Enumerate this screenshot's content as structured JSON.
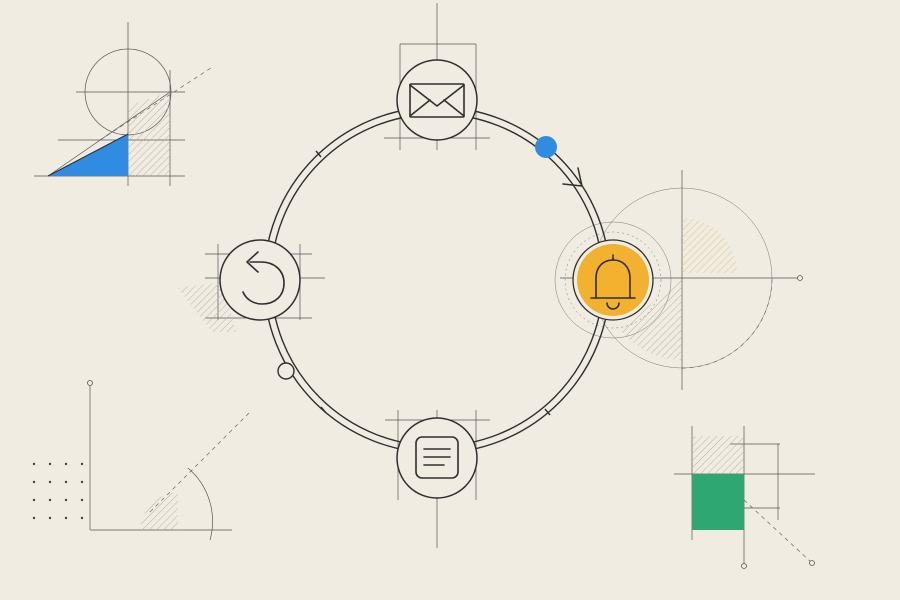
{
  "colors": {
    "background": "#f0ece2",
    "line": "#2f2f2f",
    "accent_blue": "#2f8ce0",
    "accent_yellow": "#f2b12f",
    "accent_green": "#2fa772",
    "hatch": "#b9b3a6",
    "hatch_yellow": "#e2c98f"
  },
  "cycle": {
    "nodes": [
      {
        "id": "top",
        "icon": "mail-icon"
      },
      {
        "id": "right",
        "icon": "bell-icon",
        "active": true
      },
      {
        "id": "bottom",
        "icon": "document-icon"
      },
      {
        "id": "left",
        "icon": "undo-icon"
      }
    ],
    "direction": "clockwise"
  }
}
